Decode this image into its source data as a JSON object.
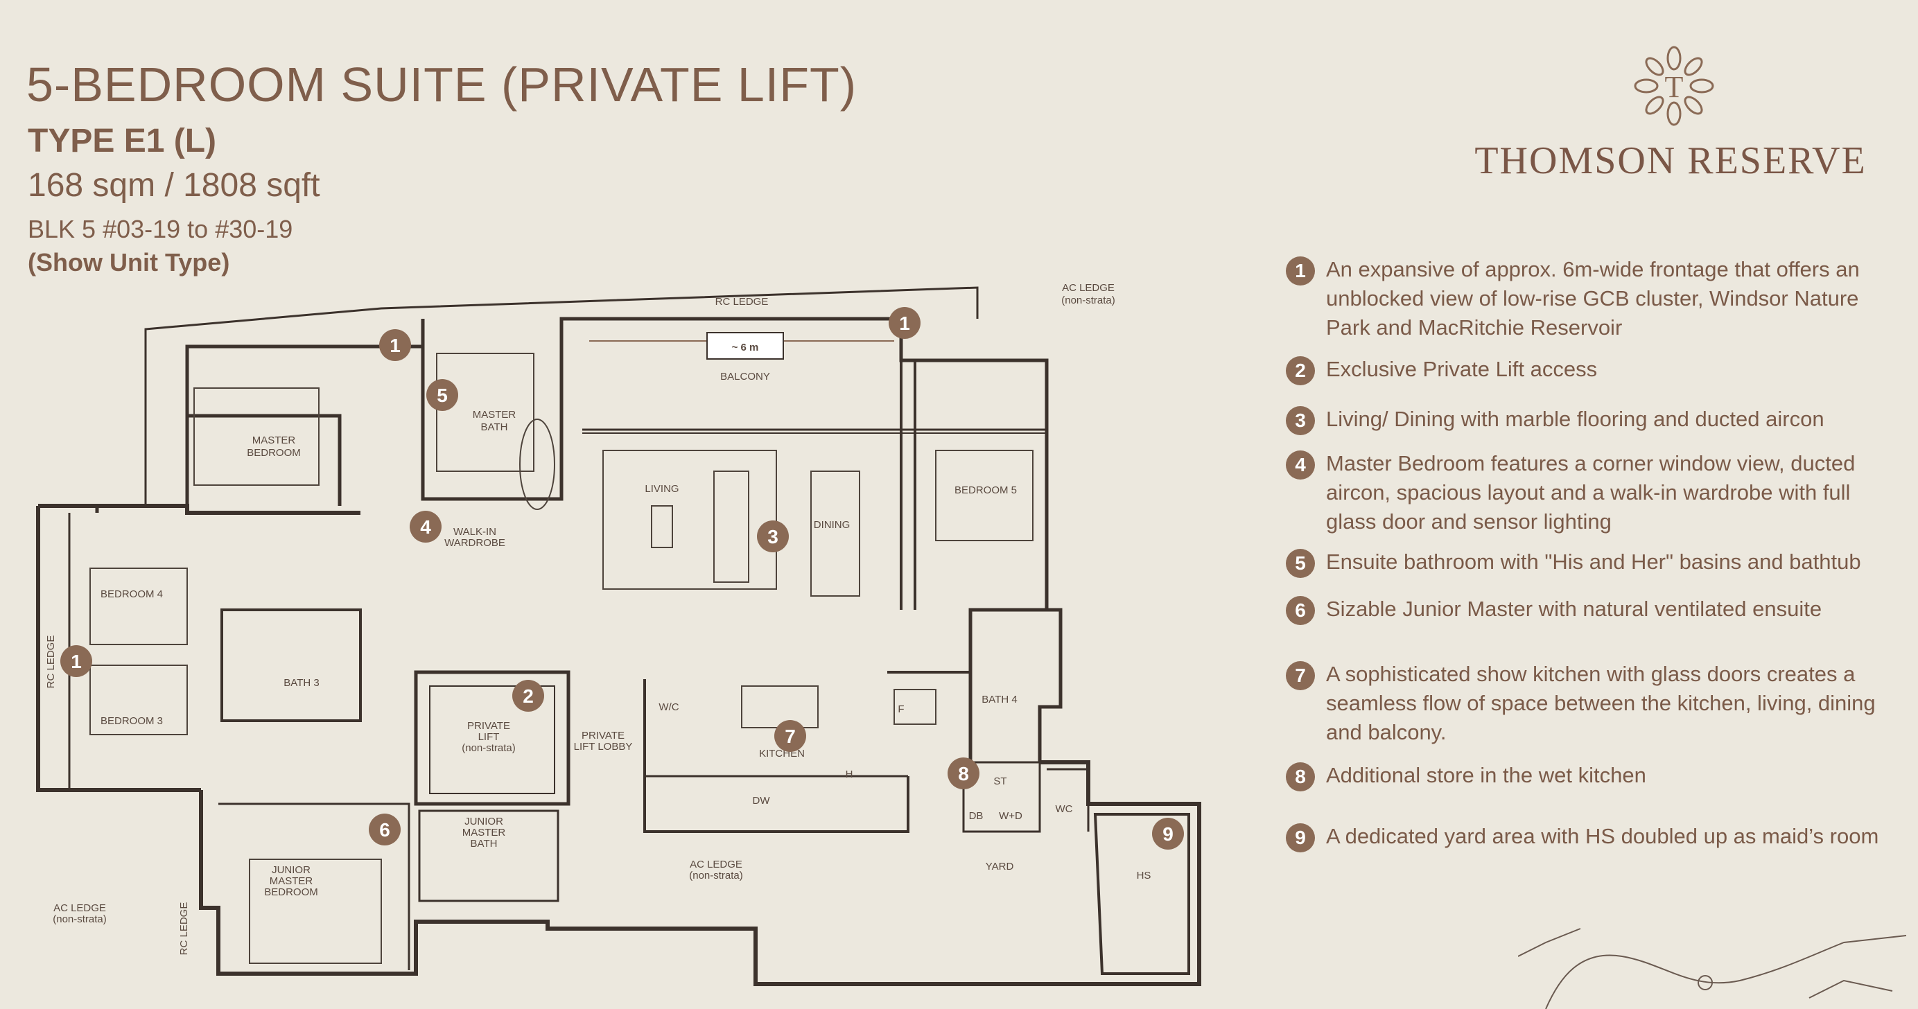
{
  "header": {
    "title": "5-BEDROOM SUITE (PRIVATE LIFT)",
    "type": "TYPE E1 (L)",
    "area": "168 sqm / 1808 sqft",
    "block": "BLK 5 #03-19 to #30-19",
    "show_unit": "(Show Unit Type)"
  },
  "brand": {
    "name": "THOMSON RESERVE",
    "logo_icon": "leaf-crest-icon"
  },
  "features": [
    {
      "num": "1",
      "text": "An expansive of approx. 6m-wide frontage that offers an unblocked view of low-rise GCB cluster, Windsor Nature Park and MacRitchie Reservoir"
    },
    {
      "num": "2",
      "text": "Exclusive Private Lift access"
    },
    {
      "num": "3",
      "text": "Living/ Dining with marble flooring and ducted aircon"
    },
    {
      "num": "4",
      "text": "Master Bedroom features a corner window view, ducted aircon, spacious layout and a walk-in wardrobe with full glass door and sensor lighting"
    },
    {
      "num": "5",
      "text": "Ensuite bathroom with \"His and Her\" basins and bathtub"
    },
    {
      "num": "6",
      "text": "Sizable Junior Master with natural ventilated ensuite"
    },
    {
      "num": "7",
      "text": "A sophisticated show kitchen with glass doors creates a seamless flow of space between the kitchen, living, dining and balcony."
    },
    {
      "num": "8",
      "text": "Additional store in the wet kitchen"
    },
    {
      "num": "9",
      "text": "A dedicated yard area with HS doubled up as maid’s room"
    }
  ],
  "plan": {
    "rc_ledge_top": "RC LEDGE",
    "ac_ledge_top_1": "AC LEDGE",
    "ac_ledge_top_2": "(non-strata)",
    "frontage": "~ 6 m",
    "balcony": "BALCONY",
    "master_bedroom_1": "MASTER",
    "master_bedroom_2": "BEDROOM",
    "master_bath_1": "MASTER",
    "master_bath_2": "BATH",
    "walk_in_1": "WALK-IN",
    "walk_in_2": "WARDROBE",
    "living": "LIVING",
    "dining": "DINING",
    "bedroom5": "BEDROOM 5",
    "bedroom4": "BEDROOM 4",
    "bedroom3": "BEDROOM 3",
    "bath3": "BATH 3",
    "rc_ledge_left": "RC LEDGE",
    "private_lift_1": "PRIVATE",
    "private_lift_2": "LIFT",
    "private_lift_3": "(non-strata)",
    "lift_lobby_1": "PRIVATE",
    "lift_lobby_2": "LIFT LOBBY",
    "wc_small": "W/C",
    "kitchen": "KITCHEN",
    "f_label": "F",
    "h_label": "H",
    "dw": "DW",
    "bath4": "BATH 4",
    "st": "ST",
    "db": "DB",
    "wd": "W+D",
    "wc": "WC",
    "yard": "YARD",
    "hs": "HS",
    "jm_bath_1": "JUNIOR",
    "jm_bath_2": "MASTER",
    "jm_bath_3": "BATH",
    "jm_bed_1": "JUNIOR",
    "jm_bed_2": "MASTER",
    "jm_bed_3": "BEDROOM",
    "ac_ledge_mid_1": "AC LEDGE",
    "ac_ledge_mid_2": "(non-strata)",
    "ac_ledge_left_1": "AC LEDGE",
    "ac_ledge_left_2": "(non-strata)",
    "rc_ledge_bottom": "RC LEDGE",
    "badges": [
      "1",
      "1",
      "1",
      "2",
      "3",
      "4",
      "5",
      "6",
      "7",
      "8",
      "9"
    ]
  }
}
